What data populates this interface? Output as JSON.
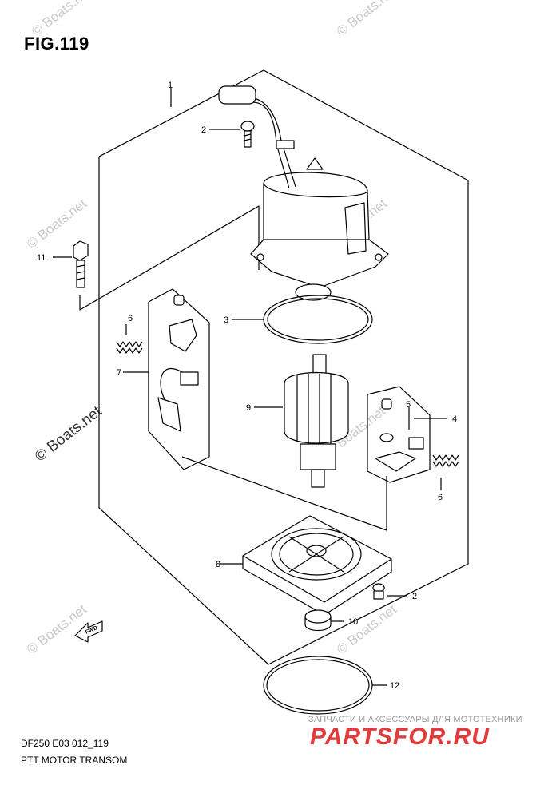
{
  "figure": {
    "title": "FIG.119",
    "code": "DF250 E03 012_119",
    "name": "PTT MOTOR TRANSOM"
  },
  "callouts": [
    "1",
    "2",
    "3",
    "4",
    "5",
    "6",
    "7",
    "8",
    "9",
    "10",
    "11",
    "12",
    "2",
    "6"
  ],
  "watermarks": {
    "text": "© Boats.net",
    "strong_text": "© Boats.net"
  },
  "branding": {
    "caption": "ЗАПЧАСТИ И АКСЕССУАРЫ ДЛЯ МОТОТЕХНИКИ",
    "logo": "PARTSFOR.RU",
    "logo_color": "#e23b3b"
  },
  "fwd_label": "FWD"
}
